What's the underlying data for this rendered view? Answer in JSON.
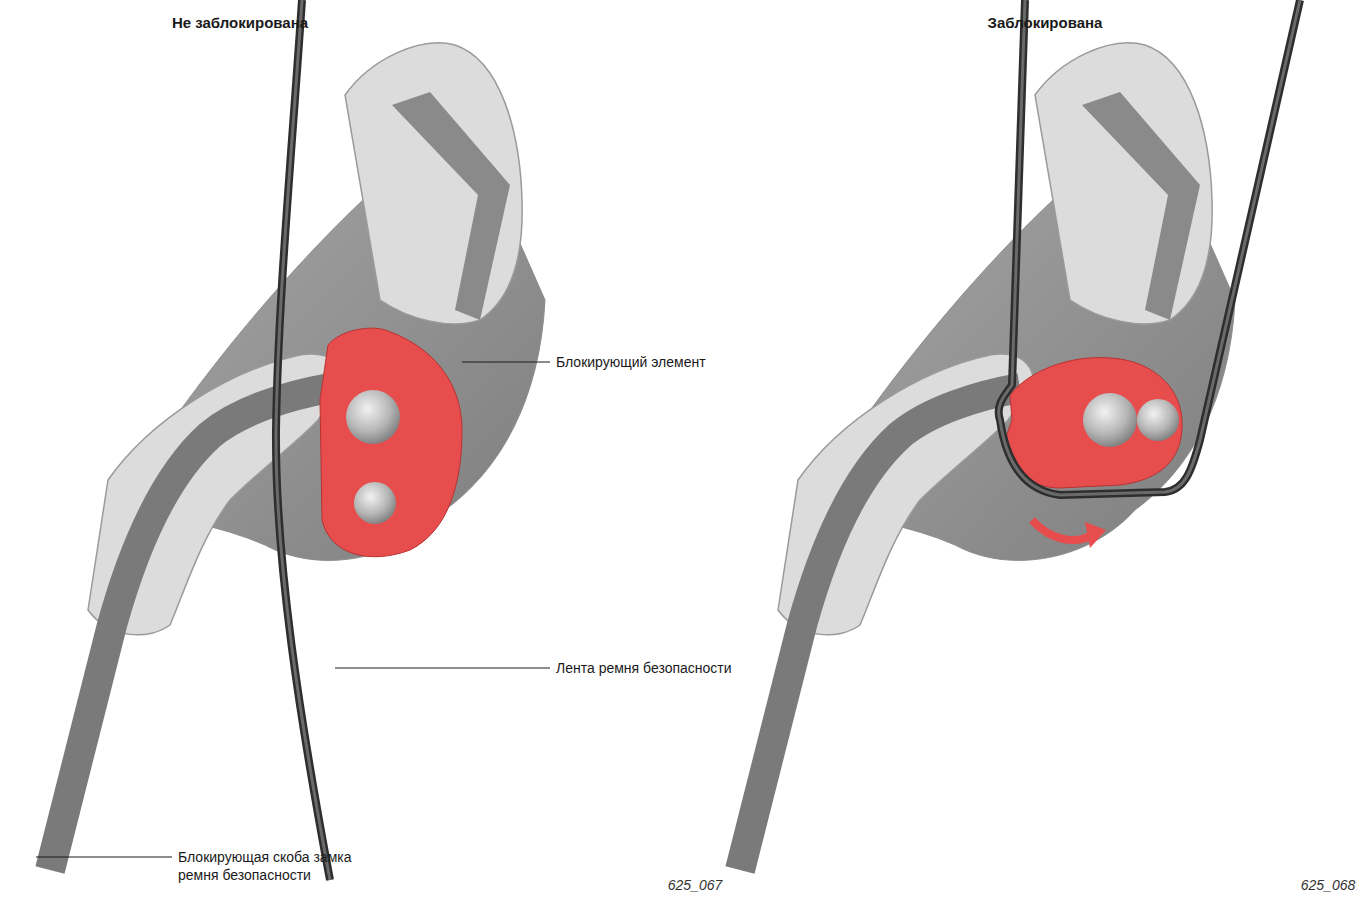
{
  "diagram": {
    "labels": [
      "Не заблокирована",
      "Заблокирована",
      "Блокирующий элемент",
      "Лента ремня безопасности",
      "Блокирующая скоба замка ремня безопасности",
      "625_067",
      "625_068"
    ]
  }
}
